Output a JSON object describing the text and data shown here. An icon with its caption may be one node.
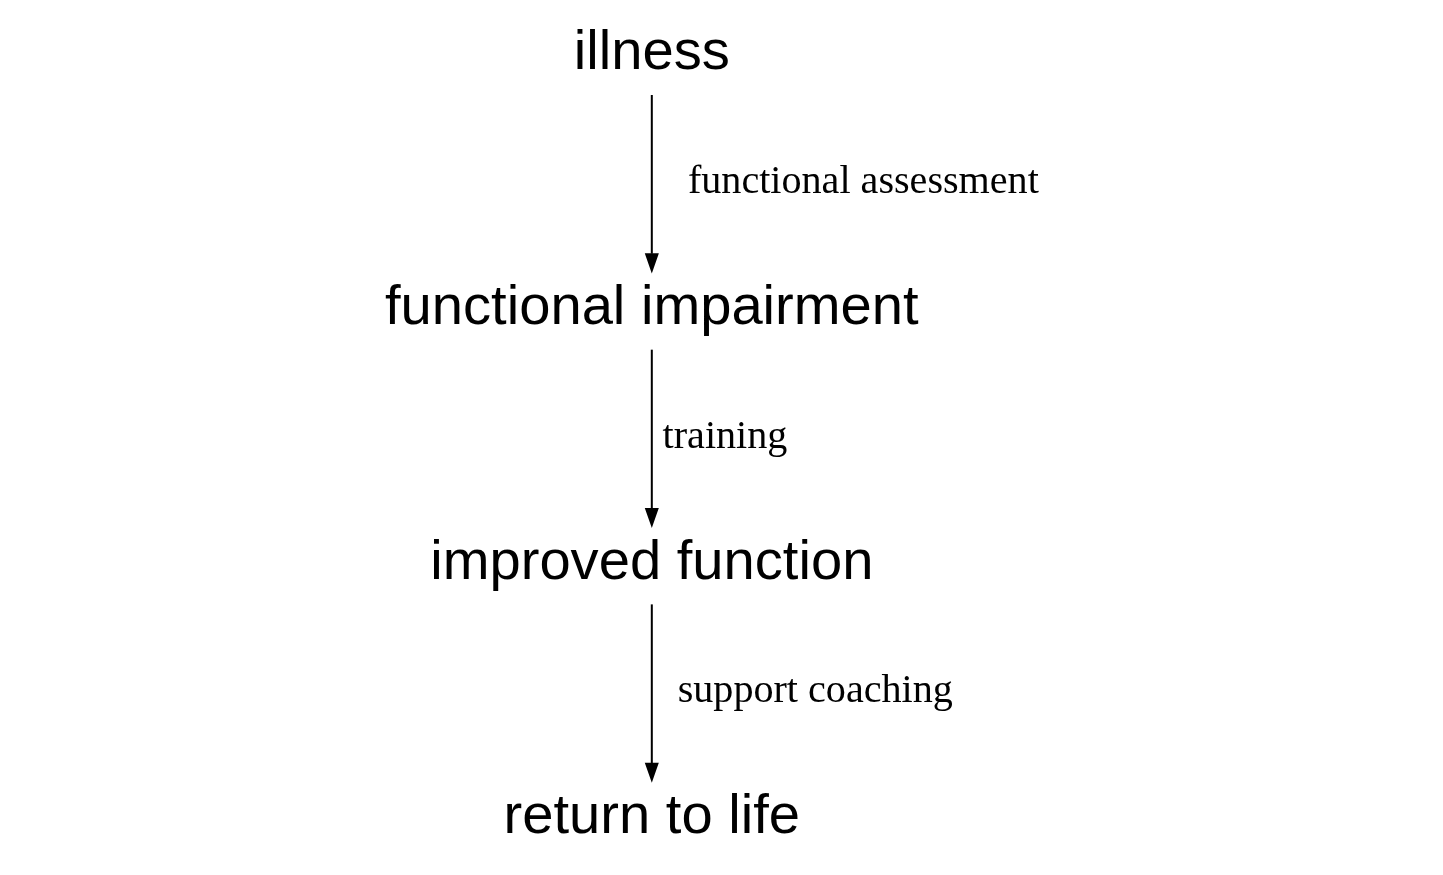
{
  "diagram": {
    "nodes": [
      {
        "text": [
          "illness"
        ]
      },
      {
        "text": [
          "functional impairment"
        ]
      },
      {
        "text": [
          "improved function"
        ]
      },
      {
        "text": [
          "return to life"
        ]
      }
    ],
    "edges": [
      {
        "from": 0,
        "to": 1,
        "arrow": "to",
        "label": "functional assessment"
      },
      {
        "from": 1,
        "to": 2,
        "arrow": "to",
        "label": "training"
      },
      {
        "from": 2,
        "to": 3,
        "arrow": "to",
        "label": "support coaching"
      }
    ]
  }
}
